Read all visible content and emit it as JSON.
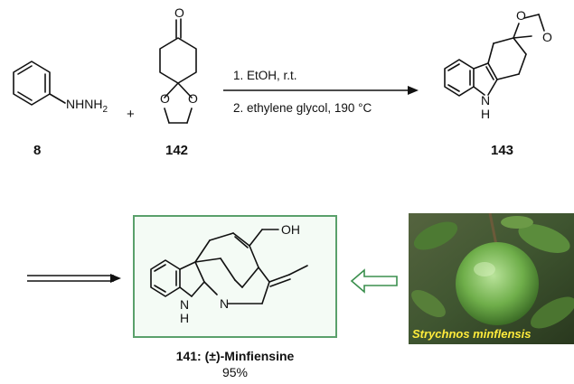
{
  "reactants": {
    "compound_8": {
      "label": "8",
      "group": "NHNH2"
    },
    "plus": "+",
    "compound_142": {
      "label": "142",
      "ketone_o": "O",
      "ring_o1": "O",
      "ring_o2": "O"
    }
  },
  "conditions": {
    "step1": "1. EtOH, r.t.",
    "step2": "2. ethylene glycol, 190 °C"
  },
  "product_143": {
    "label": "143",
    "o1": "O",
    "o2": "O",
    "nh": "N",
    "h": "H"
  },
  "minfiensine": {
    "oh": "OH",
    "n": "N",
    "nh_n": "N",
    "nh_h": "H",
    "name": "141: (±)-Minfiensine",
    "yield": "95%"
  },
  "photo": {
    "caption": "Strychnos minflensis"
  },
  "colors": {
    "box_border": "#5aa06b",
    "arrow_green": "#3b8f4e",
    "caption": "#ffeb3b"
  }
}
